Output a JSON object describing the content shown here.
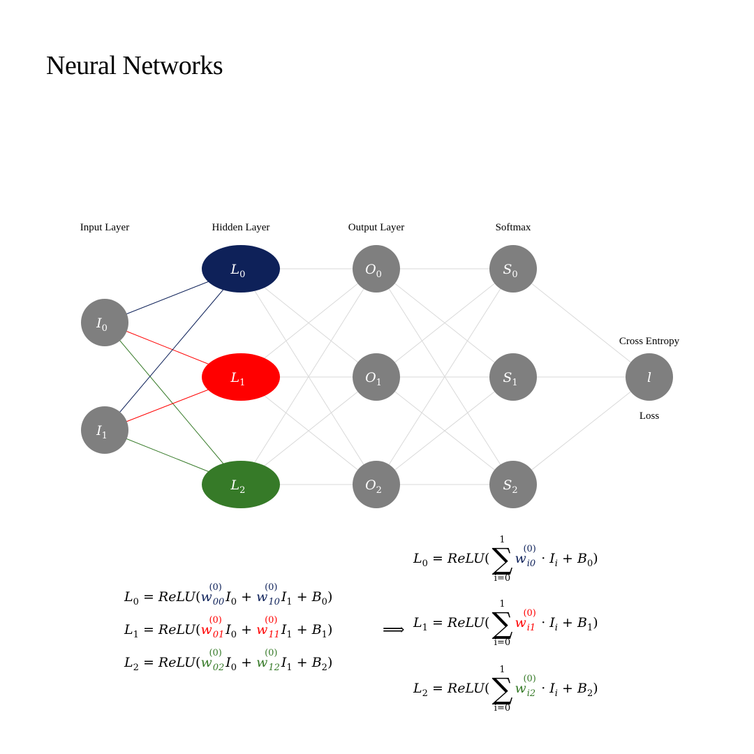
{
  "title": "Neural Networks",
  "layers": [
    {
      "label": "Input Layer",
      "nodes": [
        {
          "sym": "I",
          "sub": "0"
        },
        {
          "sym": "I",
          "sub": "1"
        }
      ]
    },
    {
      "label": "Hidden Layer",
      "nodes": [
        {
          "sym": "L",
          "sub": "0",
          "color": "#0e2159"
        },
        {
          "sym": "L",
          "sub": "1",
          "color": "#ff0000"
        },
        {
          "sym": "L",
          "sub": "2",
          "color": "#367a28"
        }
      ]
    },
    {
      "label": "Output Layer",
      "nodes": [
        {
          "sym": "O",
          "sub": "0"
        },
        {
          "sym": "O",
          "sub": "1"
        },
        {
          "sym": "O",
          "sub": "2"
        }
      ]
    },
    {
      "label": "Softmax",
      "nodes": [
        {
          "sym": "S",
          "sub": "0"
        },
        {
          "sym": "S",
          "sub": "1"
        },
        {
          "sym": "S",
          "sub": "2"
        }
      ]
    }
  ],
  "loss": {
    "top_label": "Cross Entropy",
    "bottom_label": "Loss",
    "node": {
      "sym": "l",
      "sub": ""
    }
  },
  "colors": {
    "node_gray": "#7f7f7f",
    "edge_gray": "#d9d9d9",
    "L0": "#0e2159",
    "L1": "#ff0000",
    "L2": "#367a28"
  },
  "equations": {
    "arrow": "⟹",
    "relu": "ReLU",
    "weight_superscript": "(0)",
    "sum_upper": "1",
    "sum_lower": "i=0",
    "left": [
      {
        "lhs": "L",
        "lhs_sub": "0",
        "w_a": "00",
        "w_b": "10",
        "bias_sub": "0"
      },
      {
        "lhs": "L",
        "lhs_sub": "1",
        "w_a": "01",
        "w_b": "11",
        "bias_sub": "1"
      },
      {
        "lhs": "L",
        "lhs_sub": "2",
        "w_a": "02",
        "w_b": "12",
        "bias_sub": "2"
      }
    ],
    "right": [
      {
        "lhs": "L",
        "lhs_sub": "0",
        "w": "i0",
        "bias_sub": "0"
      },
      {
        "lhs": "L",
        "lhs_sub": "1",
        "w": "i1",
        "bias_sub": "1"
      },
      {
        "lhs": "L",
        "lhs_sub": "2",
        "w": "i2",
        "bias_sub": "2"
      }
    ]
  }
}
